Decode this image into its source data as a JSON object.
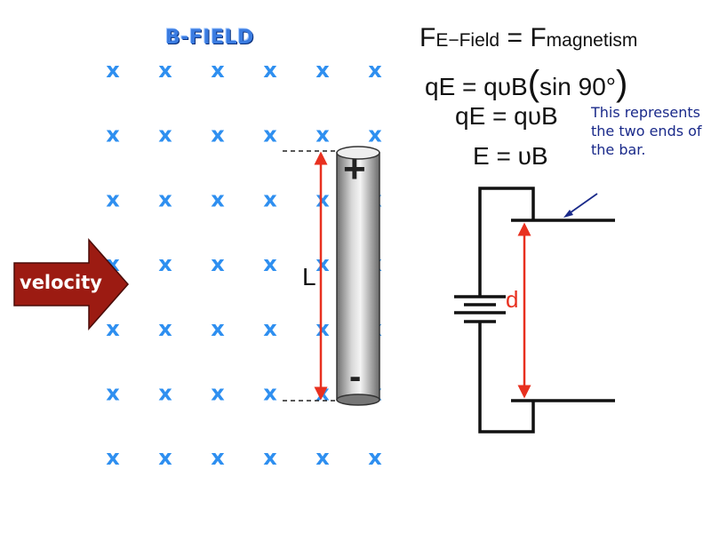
{
  "bfield": {
    "title": "B-FIELD",
    "symbol": "x",
    "color": "#2e8ff0",
    "columns": 6,
    "rows": 7
  },
  "velocity": {
    "label": "velocity",
    "color": "#9c1b12"
  },
  "formulas": {
    "line1": {
      "left_base": "F",
      "left_sub": "E−Field",
      "eq": " = ",
      "right_base": "F",
      "right_sub": "magnetism"
    },
    "line2": {
      "lhs": "qE = qυB",
      "open": "(",
      "inner": "sin 90°",
      "close": ")"
    },
    "line3": "qE = qυB",
    "line4": "E = υB"
  },
  "note": "This represents the two ends of the bar.",
  "labels": {
    "length": "L",
    "distance": "d",
    "positive": "+",
    "negative": "-"
  },
  "colors": {
    "arrow_red": "#e8301f",
    "note_blue": "#1a2a8a"
  }
}
